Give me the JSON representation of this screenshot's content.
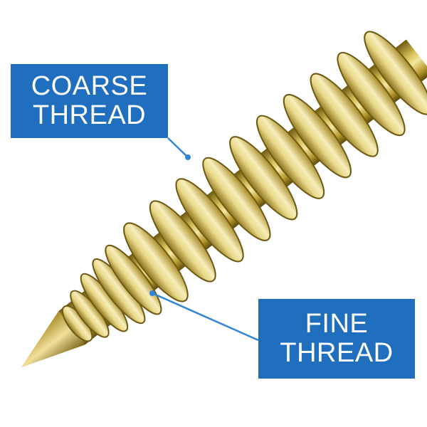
{
  "callouts": {
    "coarse": {
      "line1": "COARSE",
      "line2": "THREAD"
    },
    "fine": {
      "line1": "FINE",
      "line2": "THREAD"
    }
  },
  "colors": {
    "callout_box": "#1f6fbe",
    "leader_line": "#2f86d4",
    "screw_light": "#f2e39a",
    "screw_mid": "#c9ae3e",
    "screw_dark": "#7a6314",
    "background": "#ffffff"
  }
}
